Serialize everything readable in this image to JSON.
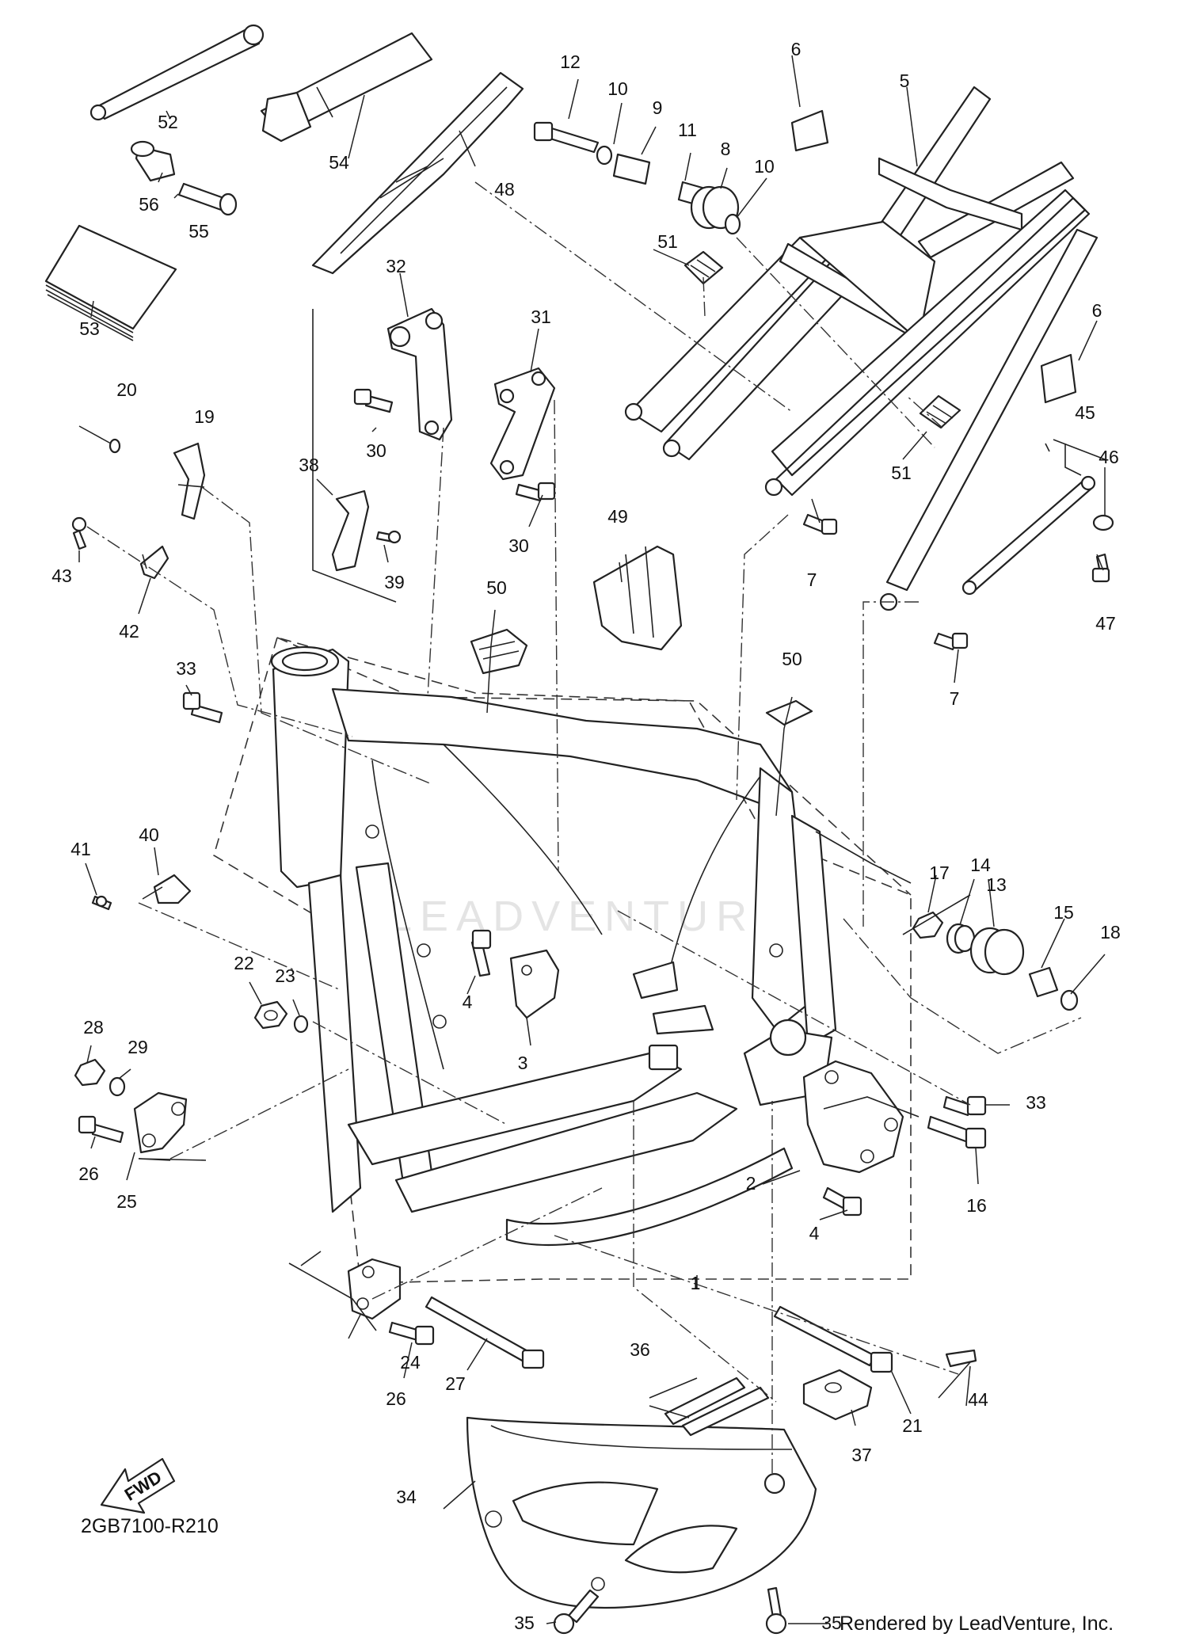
{
  "diagram": {
    "code": "2GB7100-R210",
    "credit": "Rendered by LeadVenture, Inc.",
    "fwd_label": "FWD",
    "watermark": "LEADVENTURE",
    "callouts": [
      {
        "label": "1"
      },
      {
        "label": "2"
      },
      {
        "label": "3"
      },
      {
        "label": "4"
      },
      {
        "label": "4"
      },
      {
        "label": "5"
      },
      {
        "label": "6"
      },
      {
        "label": "6"
      },
      {
        "label": "7"
      },
      {
        "label": "7"
      },
      {
        "label": "8"
      },
      {
        "label": "9"
      },
      {
        "label": "10"
      },
      {
        "label": "10"
      },
      {
        "label": "11"
      },
      {
        "label": "12"
      },
      {
        "label": "13"
      },
      {
        "label": "14"
      },
      {
        "label": "15"
      },
      {
        "label": "16"
      },
      {
        "label": "17"
      },
      {
        "label": "18"
      },
      {
        "label": "19"
      },
      {
        "label": "20"
      },
      {
        "label": "21"
      },
      {
        "label": "22"
      },
      {
        "label": "23"
      },
      {
        "label": "24"
      },
      {
        "label": "25"
      },
      {
        "label": "26"
      },
      {
        "label": "26"
      },
      {
        "label": "27"
      },
      {
        "label": "28"
      },
      {
        "label": "29"
      },
      {
        "label": "30"
      },
      {
        "label": "30"
      },
      {
        "label": "31"
      },
      {
        "label": "32"
      },
      {
        "label": "33"
      },
      {
        "label": "33"
      },
      {
        "label": "34"
      },
      {
        "label": "35"
      },
      {
        "label": "35"
      },
      {
        "label": "36"
      },
      {
        "label": "37"
      },
      {
        "label": "38"
      },
      {
        "label": "39"
      },
      {
        "label": "40"
      },
      {
        "label": "41"
      },
      {
        "label": "42"
      },
      {
        "label": "43"
      },
      {
        "label": "44"
      },
      {
        "label": "45"
      },
      {
        "label": "46"
      },
      {
        "label": "47"
      },
      {
        "label": "48"
      },
      {
        "label": "49"
      },
      {
        "label": "50"
      },
      {
        "label": "50"
      },
      {
        "label": "51"
      },
      {
        "label": "51"
      },
      {
        "label": "52"
      },
      {
        "label": "53"
      },
      {
        "label": "54"
      },
      {
        "label": "55"
      },
      {
        "label": "56"
      }
    ]
  }
}
